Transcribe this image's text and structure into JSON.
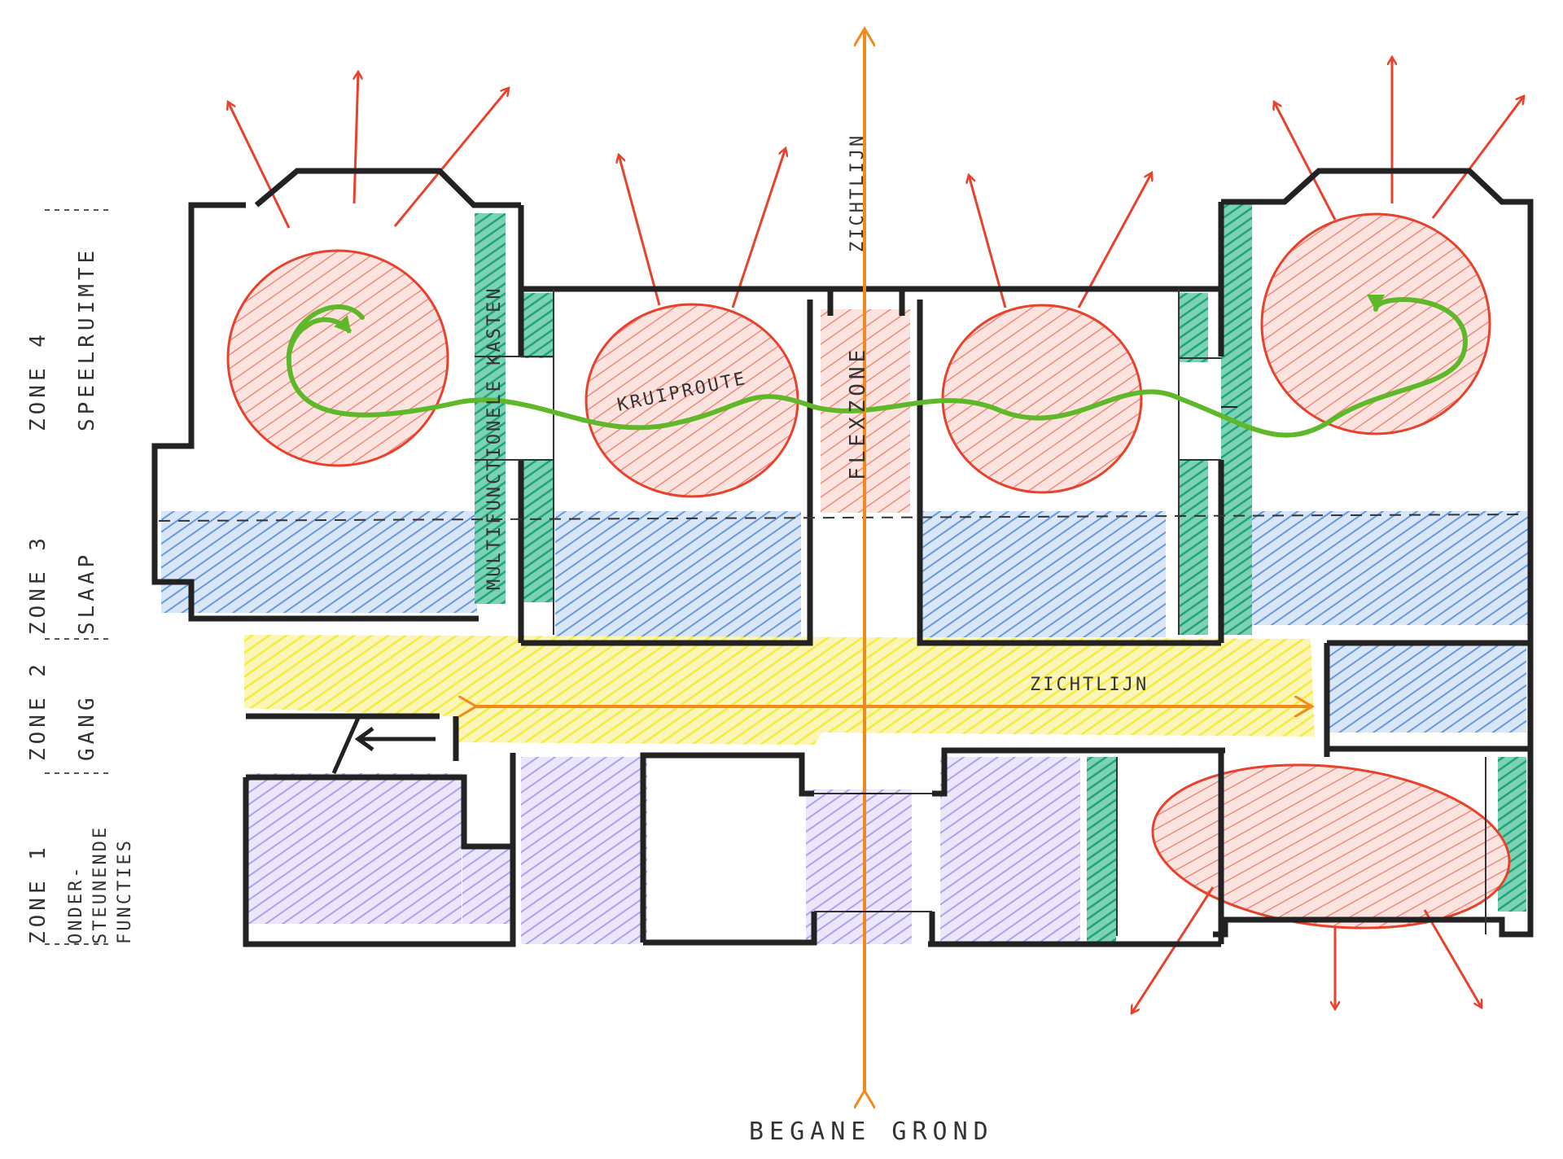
{
  "colors": {
    "wall": "#222222",
    "play": "#e8412c",
    "sleep": "#3f7fd6",
    "corridor": "#f3ea2c",
    "support": "#9b88e8",
    "storage": "#1ea37c",
    "route": "#5fb82a",
    "sightline": "#f08a1c"
  },
  "zones": [
    {
      "zone": "ZONE 4",
      "name": "SPEELRUIMTE"
    },
    {
      "zone": "ZONE 3",
      "name": "SLAAP"
    },
    {
      "zone": "ZONE 2",
      "name": "GANG"
    },
    {
      "zone": "ZONE 1",
      "name_lines": [
        "ONDER-",
        "STEUNENDE",
        "FUNCTIES"
      ]
    }
  ],
  "labels": {
    "multifunctional": "MULTIFUNCTIONELE KASTEN",
    "crawl_route": "KRUIPROUTE",
    "flex_zone": "FLEXZONE",
    "sightline_vertical": "ZICHTLIJN",
    "sightline_horizontal": "ZICHTLIJN"
  },
  "title": "BEGANE GROND"
}
